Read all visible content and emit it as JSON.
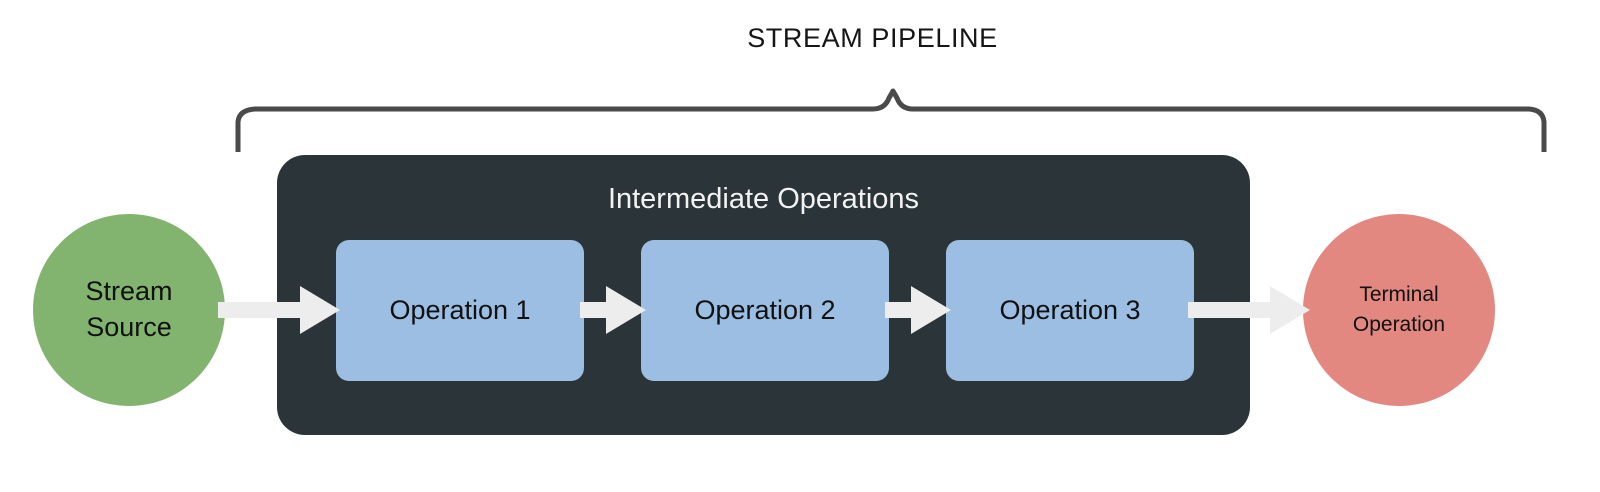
{
  "diagram": {
    "title": "STREAM PIPELINE",
    "container": {
      "label": "Intermediate Operations"
    },
    "source_node": {
      "line1": "Stream",
      "line2": "Source"
    },
    "terminal_node": {
      "line1": "Terminal",
      "line2": "Operation"
    },
    "operations": [
      {
        "label": "Operation 1"
      },
      {
        "label": "Operation 2"
      },
      {
        "label": "Operation 3"
      }
    ],
    "colors": {
      "background": "#ffffff",
      "source": "#82b470",
      "terminal": "#e28881",
      "operation": "#9bbee2",
      "container": "#2b3438",
      "arrow": "#ededed",
      "brace": "#4a4a4a",
      "title_text": "#161616",
      "container_text": "#f2f2f2",
      "node_text": "#111111"
    }
  }
}
